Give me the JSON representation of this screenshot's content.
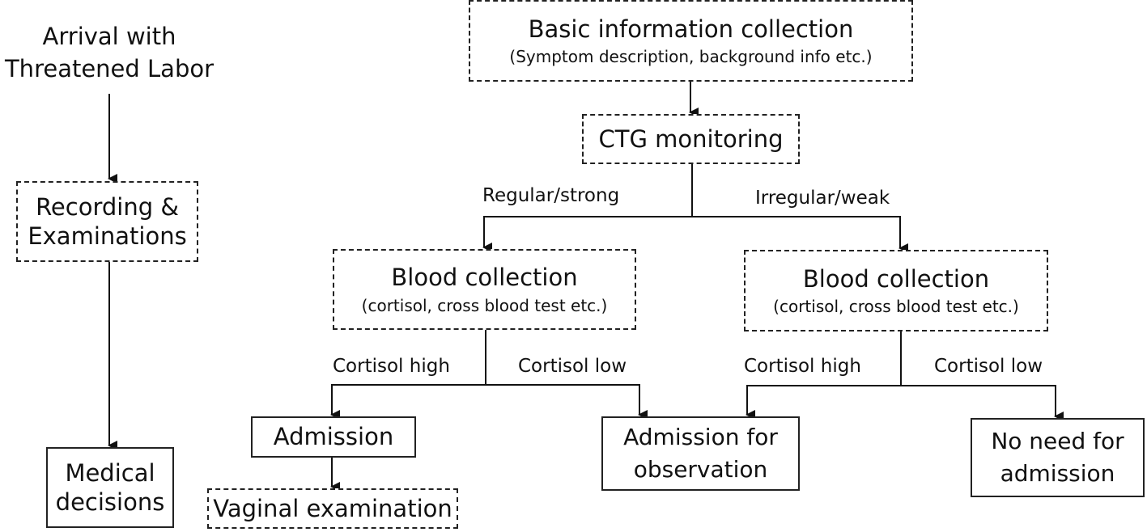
{
  "left_flow": {
    "arrival": [
      "Arrival with",
      "Threatened Labor"
    ],
    "recording": [
      "Recording &",
      "Examinations"
    ],
    "decisions": [
      "Medical",
      "decisions"
    ]
  },
  "main_flow": {
    "basic_info": {
      "title": "Basic information collection",
      "subtitle": "(Symptom description, background info etc.)"
    },
    "ctg": "CTG monitoring",
    "branch_left_label": "Regular/strong",
    "branch_right_label": "Irregular/weak",
    "blood_left": {
      "title": "Blood collection",
      "subtitle": "(cortisol, cross blood test etc.)"
    },
    "blood_right": {
      "title": "Blood collection",
      "subtitle": "(cortisol, cross blood test etc.)"
    },
    "left_high_label": "Cortisol high",
    "left_low_label": "Cortisol low",
    "right_high_label": "Cortisol high",
    "right_low_label": "Cortisol low",
    "admission": "Admission",
    "observation": [
      "Admission for",
      "observation"
    ],
    "no_need": [
      "No need for",
      "admission"
    ],
    "vaginal": "Vaginal examination"
  }
}
